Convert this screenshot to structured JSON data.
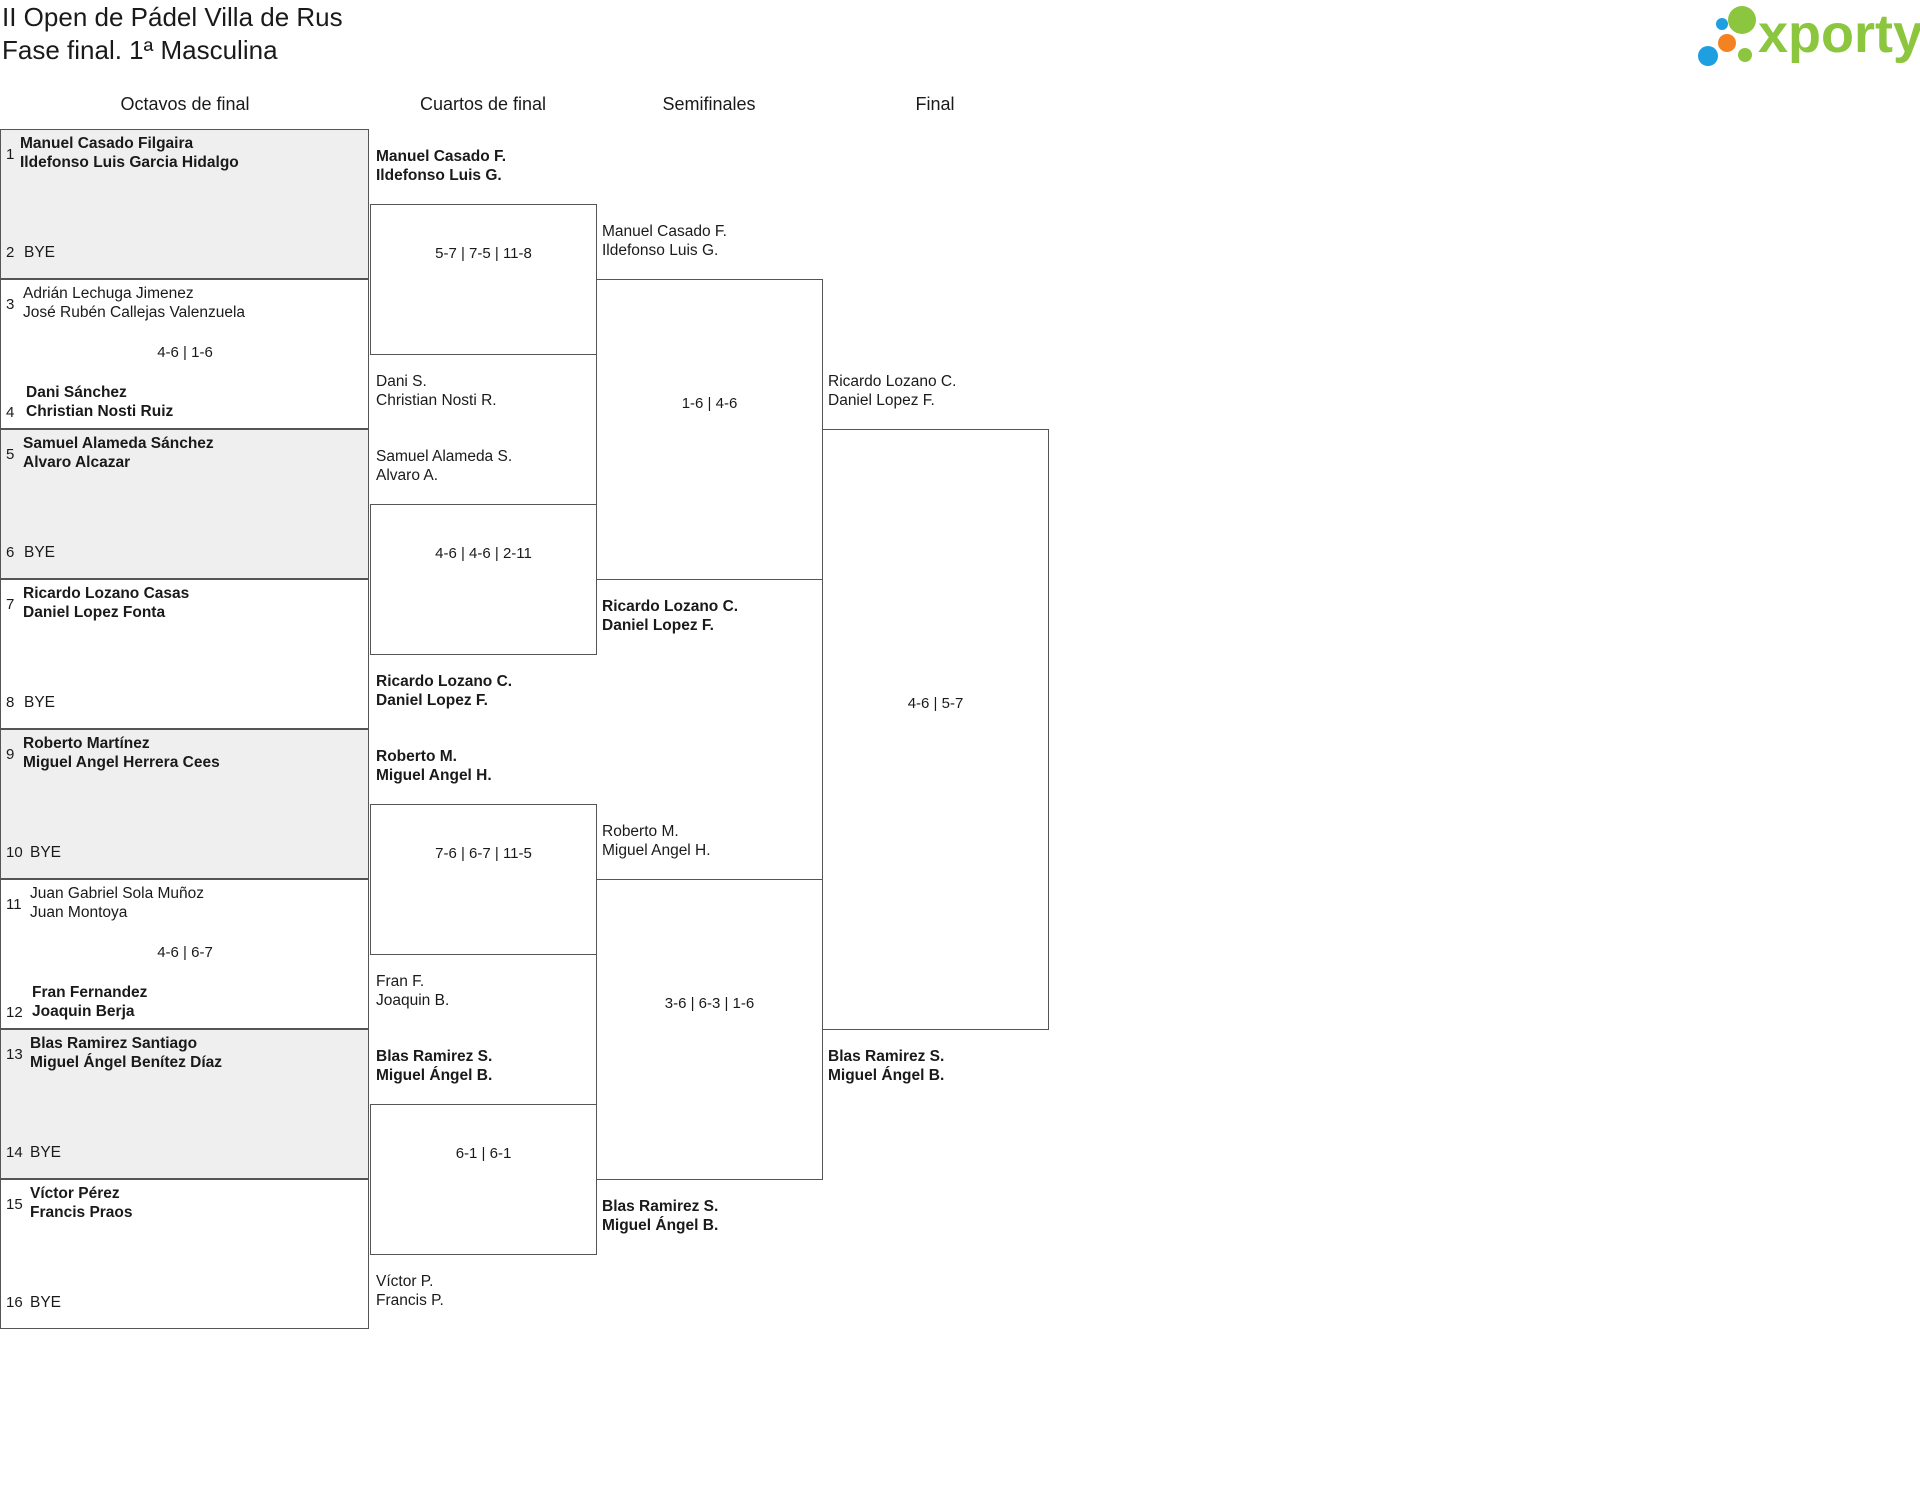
{
  "title": {
    "line1": "II Open de Pádel Villa de Rus",
    "line2": "Fase final. 1ª Masculina"
  },
  "logo": {
    "text": "xporty",
    "colors": {
      "green": "#8cc63f",
      "orange": "#f58220",
      "blue": "#1e9fe0"
    }
  },
  "rounds": [
    "Octavos de final",
    "Cuartos de final",
    "Semifinales",
    "Final"
  ],
  "r16": [
    {
      "seed": "1",
      "p1": "Manuel Casado Filgaira",
      "p2": "Ildefonso Luis Garcia Hidalgo",
      "win": true
    },
    {
      "seed": "2",
      "p1": "BYE",
      "p2": "",
      "win": false
    },
    {
      "seed": "3",
      "p1": "Adrián Lechuga Jimenez",
      "p2": "José Rubén Callejas Valenzuela",
      "win": false
    },
    {
      "seed": "4",
      "p1": "Dani Sánchez",
      "p2": "Christian Nosti Ruiz",
      "win": true
    },
    {
      "seed": "5",
      "p1": "Samuel Alameda Sánchez",
      "p2": "Alvaro Alcazar",
      "win": true
    },
    {
      "seed": "6",
      "p1": "BYE",
      "p2": "",
      "win": false
    },
    {
      "seed": "7",
      "p1": "Ricardo Lozano Casas",
      "p2": "Daniel Lopez Fonta",
      "win": true
    },
    {
      "seed": "8",
      "p1": "BYE",
      "p2": "",
      "win": false
    },
    {
      "seed": "9",
      "p1": "Roberto Martínez",
      "p2": "Miguel Angel Herrera Cees",
      "win": true
    },
    {
      "seed": "10",
      "p1": "BYE",
      "p2": "",
      "win": false
    },
    {
      "seed": "11",
      "p1": "Juan Gabriel Sola Muñoz",
      "p2": "Juan Montoya",
      "win": false
    },
    {
      "seed": "12",
      "p1": "Fran Fernandez",
      "p2": "Joaquin Berja",
      "win": true
    },
    {
      "seed": "13",
      "p1": "Blas Ramirez Santiago",
      "p2": "Miguel Ángel Benítez Díaz",
      "win": true
    },
    {
      "seed": "14",
      "p1": "BYE",
      "p2": "",
      "win": false
    },
    {
      "seed": "15",
      "p1": "Víctor Pérez",
      "p2": "Francis Praos",
      "win": true
    },
    {
      "seed": "16",
      "p1": "BYE",
      "p2": "",
      "win": false
    }
  ],
  "r16_scores": [
    "",
    "4-6 | 1-6",
    "",
    "",
    "",
    "4-6 | 6-7",
    "",
    ""
  ],
  "qf": [
    {
      "p1": "Manuel Casado F.",
      "p2": "Ildefonso Luis G.",
      "win": true
    },
    {
      "p1": "Dani S.",
      "p2": "Christian Nosti R.",
      "win": false
    },
    {
      "p1": "Samuel Alameda S.",
      "p2": "Alvaro A.",
      "win": false
    },
    {
      "p1": "Ricardo Lozano C.",
      "p2": "Daniel Lopez F.",
      "win": true
    },
    {
      "p1": "Roberto M.",
      "p2": "Miguel Angel H.",
      "win": true
    },
    {
      "p1": "Fran F.",
      "p2": "Joaquin B.",
      "win": false
    },
    {
      "p1": "Blas Ramirez S.",
      "p2": "Miguel Ángel B.",
      "win": true
    },
    {
      "p1": "Víctor P.",
      "p2": "Francis P.",
      "win": false
    }
  ],
  "qf_scores": [
    "5-7 | 7-5 | 11-8",
    "4-6 | 4-6 | 2-11",
    "7-6 | 6-7 | 11-5",
    "6-1 | 6-1"
  ],
  "sf": [
    {
      "p1": "Manuel Casado F.",
      "p2": "Ildefonso Luis G.",
      "win": false
    },
    {
      "p1": "Ricardo Lozano C.",
      "p2": "Daniel Lopez F.",
      "win": true
    },
    {
      "p1": "Roberto M.",
      "p2": "Miguel Angel H.",
      "win": false
    },
    {
      "p1": "Blas Ramirez S.",
      "p2": "Miguel Ángel B.",
      "win": true
    }
  ],
  "sf_scores": [
    "1-6 | 4-6",
    "3-6 | 6-3 | 1-6"
  ],
  "final": [
    {
      "p1": "Ricardo Lozano C.",
      "p2": "Daniel Lopez F.",
      "win": false
    },
    {
      "p1": "Blas Ramirez S.",
      "p2": "Miguel Ángel B.",
      "win": true
    }
  ],
  "final_score": "4-6 | 5-7"
}
